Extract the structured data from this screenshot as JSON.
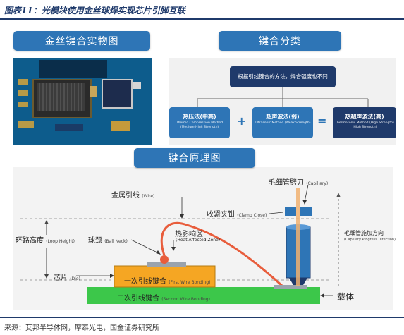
{
  "figure_title": "图表11：光模块使用金丝球焊实现芯片引脚互联",
  "source": "来源：艾邦半导体网，摩泰光电，国金证券研究所",
  "headers": {
    "photo": "金丝键合实物图",
    "classification": "键合分类",
    "principle": "键合原理图"
  },
  "classification": {
    "top": "根据引线键合的方法，焊合强度也不同",
    "boxes": [
      {
        "title": "热压法(中高)",
        "sub": "Thermo Compression Method (Medium-High Strength)"
      },
      {
        "title": "超声波法(弱)",
        "sub": "Ultrasonic Method (Weak Strength)"
      },
      {
        "title": "热超声波法(高)",
        "sub": "Thermosonic Method (High Strength) (High Strength)"
      }
    ],
    "plus": "+",
    "equals": "="
  },
  "diagram": {
    "capillary": {
      "cn": "毛细管劈刀",
      "en": "(Capillary)"
    },
    "wire": {
      "cn": "金属引线",
      "en": "(Wire)"
    },
    "clamp": {
      "cn": "收紧夹钳",
      "en": "(Clamp Close)"
    },
    "haz": {
      "cn": "热影响区",
      "en": "(Heat Affected Zone)"
    },
    "loop": {
      "cn": "环路高度",
      "en": "(Loop Height)"
    },
    "neck": {
      "cn": "球颈",
      "en": "(Ball Neck)"
    },
    "progress": {
      "cn": "毛细管施加方向",
      "en": "(Capillary Progress Direction)"
    },
    "die": {
      "cn": "芯片",
      "en": "(Die)"
    },
    "first": {
      "cn": "一次引线键合",
      "en": "(First Wire Bonding)"
    },
    "second": {
      "cn": "二次引线键合",
      "en": "(Second Wire Bonding)"
    },
    "carrier": "载体"
  },
  "colors": {
    "header": "#2e75b6",
    "dark_box": "#1f3a6b",
    "first_bond": "#f5a623",
    "second_bond": "#3cc74a",
    "wire": "#e85d3c"
  }
}
